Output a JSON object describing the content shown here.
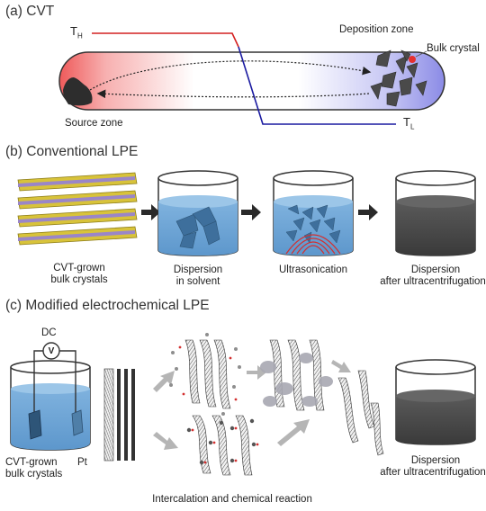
{
  "panel_a": {
    "heading": "(a) CVT",
    "t_high": "T",
    "t_high_sub": "H",
    "t_low": "T",
    "t_low_sub": "L",
    "deposition_zone": "Deposition zone",
    "bulk_crystal": "Bulk crystal",
    "source_zone": "Source zone"
  },
  "panel_b": {
    "heading": "(b) Conventional LPE",
    "step1_line1": "CVT-grown",
    "step1_line2": "bulk crystals",
    "step2_line1": "Dispersion",
    "step2_line2": "in solvent",
    "step3_line1": "Ultrasonication",
    "step4_line1": "Dispersion",
    "step4_line2": "after ultracentrifugation"
  },
  "panel_c": {
    "heading": "(c) Modified electrochemical LPE",
    "dc_label": "DC",
    "meter_label": "V",
    "left_line1": "CVT-grown",
    "left_line2": "bulk crystals",
    "pt_label": "Pt",
    "result_line1": "Dispersion",
    "result_line2": "after ultracentrifugation",
    "bottom_caption": "Intercalation and chemical reaction"
  },
  "colors": {
    "hot_red": "#e03030",
    "cold_blue": "#1a1aa0",
    "solvent_blue": "#6ea6d4",
    "dispersion_dark": "#4a4a4a",
    "arrow_dark": "#2a2a2a",
    "arrow_grey": "#b5b5b5"
  }
}
